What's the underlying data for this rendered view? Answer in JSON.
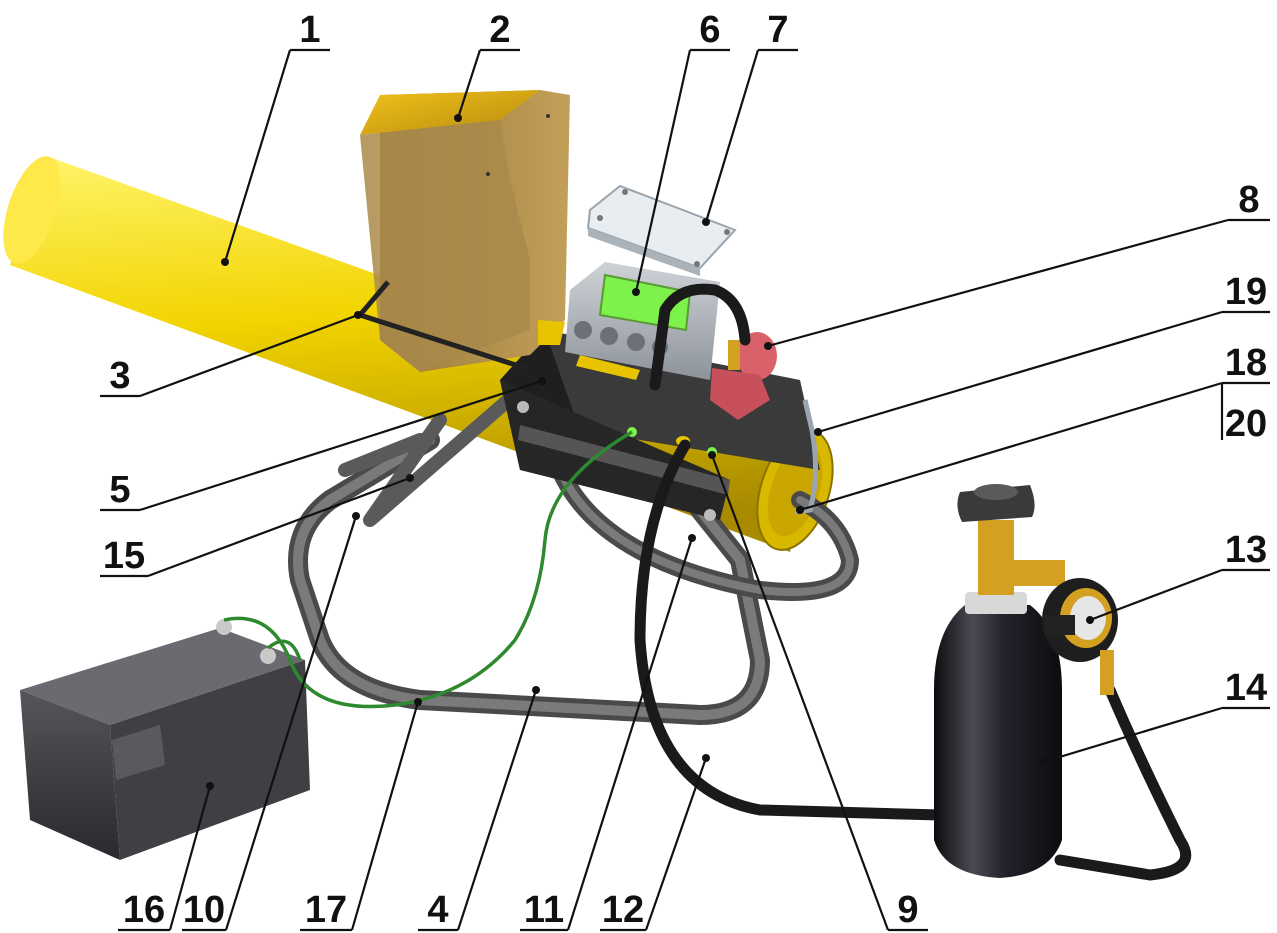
{
  "colors": {
    "tube": "#f2d400",
    "hopper": "#e9b400",
    "body": "#2a2a2a",
    "frame": "#5e5e5e",
    "lid": "#dde4ec",
    "screen": "#7cf24a",
    "valve": "#d9626a",
    "brass": "#d4a022",
    "cylinder": "#1e1e24",
    "battery": "#3a3a3e",
    "wire": "#2e8a2e",
    "hose": "#1a1a1a"
  },
  "callouts": {
    "c1": "1",
    "c2": "2",
    "c3": "3",
    "c4": "4",
    "c5": "5",
    "c6": "6",
    "c7": "7",
    "c8": "8",
    "c9": "9",
    "c10": "10",
    "c11": "11",
    "c12": "12",
    "c13": "13",
    "c14": "14",
    "c15": "15",
    "c16": "16",
    "c17": "17",
    "c18": "18",
    "c19": "19",
    "c20": "20"
  }
}
